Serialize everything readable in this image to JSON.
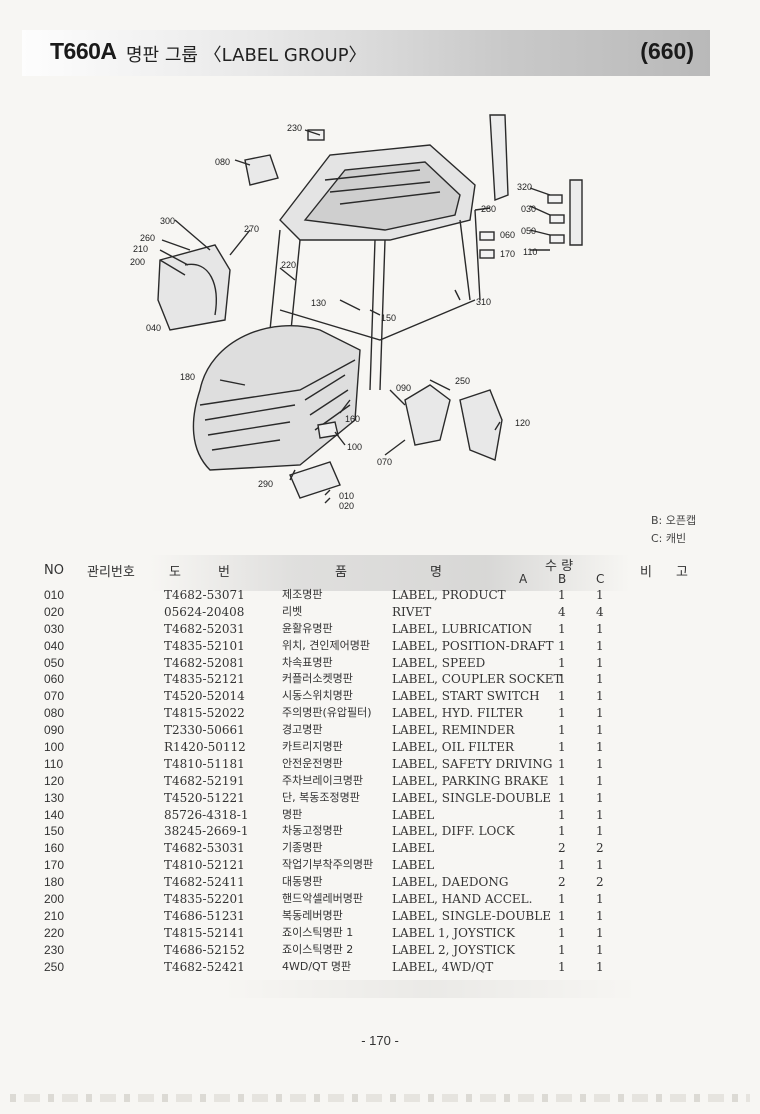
{
  "header": {
    "model_code": "T660A",
    "group_title": "명판 그룹 〈LABEL GROUP〉",
    "group_number": "(660)"
  },
  "diagram": {
    "callouts": [
      "230",
      "080",
      "300",
      "270",
      "260",
      "210",
      "200",
      "040",
      "320",
      "030",
      "050",
      "110",
      "280",
      "060",
      "170",
      "220",
      "130",
      "150",
      "310",
      "180",
      "090",
      "250",
      "120",
      "160",
      "100",
      "070",
      "290",
      "010",
      "020"
    ]
  },
  "legend": {
    "b_note": "B: 오픈캡",
    "c_note": "C: 캐빈"
  },
  "table": {
    "headers": {
      "no": "NO",
      "mgmt_no": "관리번호",
      "part_no_1": "도",
      "part_no_2": "번",
      "name_1": "품",
      "name_2": "명",
      "qty": "수 량",
      "col_a": "A",
      "col_b": "B",
      "col_c": "C",
      "remarks_1": "비",
      "remarks_2": "고"
    },
    "rows": [
      {
        "no": "010",
        "part": "T4682-53071",
        "kor": "제조명판",
        "eng": "LABEL, PRODUCT",
        "b": "1",
        "c": "1"
      },
      {
        "no": "020",
        "part": "05624-20408",
        "kor": "리벳",
        "eng": "RIVET",
        "b": "4",
        "c": "4"
      },
      {
        "no": "030",
        "part": "T4682-52031",
        "kor": "윤활유명판",
        "eng": "LABEL, LUBRICATION",
        "b": "1",
        "c": "1"
      },
      {
        "no": "040",
        "part": "T4835-52101",
        "kor": "위치, 견인제어명판",
        "eng": "LABEL, POSITION-DRAFT",
        "b": "1",
        "c": "1"
      },
      {
        "no": "050",
        "part": "T4682-52081",
        "kor": "차속표명판",
        "eng": "LABEL, SPEED",
        "b": "1",
        "c": "1"
      },
      {
        "no": "060",
        "part": "T4835-52121",
        "kor": "커플러소켓명판",
        "eng": "LABEL, COUPLER SOCKET",
        "b": "1",
        "c": "1"
      },
      {
        "no": "070",
        "part": "T4520-52014",
        "kor": "시동스위치명판",
        "eng": "LABEL, START SWITCH",
        "b": "1",
        "c": "1"
      },
      {
        "no": "080",
        "part": "T4815-52022",
        "kor": "주의명판(유압필터)",
        "eng": "LABEL, HYD. FILTER",
        "b": "1",
        "c": "1"
      },
      {
        "no": "090",
        "part": "T2330-50661",
        "kor": "경고명판",
        "eng": "LABEL, REMINDER",
        "b": "1",
        "c": "1"
      },
      {
        "no": "100",
        "part": "R1420-50112",
        "kor": "카트리지명판",
        "eng": "LABEL, OIL FILTER",
        "b": "1",
        "c": "1"
      },
      {
        "no": "110",
        "part": "T4810-51181",
        "kor": "안전운전명판",
        "eng": "LABEL, SAFETY DRIVING",
        "b": "1",
        "c": "1"
      },
      {
        "no": "120",
        "part": "T4682-52191",
        "kor": "주차브레이크명판",
        "eng": "LABEL, PARKING BRAKE",
        "b": "1",
        "c": "1"
      },
      {
        "no": "130",
        "part": "T4520-51221",
        "kor": "단, 복동조정명판",
        "eng": "LABEL, SINGLE-DOUBLE",
        "b": "1",
        "c": "1"
      },
      {
        "no": "140",
        "part": "85726-4318-1",
        "kor": "명판",
        "eng": "LABEL",
        "b": "1",
        "c": "1"
      },
      {
        "no": "150",
        "part": "38245-2669-1",
        "kor": "차동고정명판",
        "eng": "LABEL, DIFF. LOCK",
        "b": "1",
        "c": "1"
      },
      {
        "no": "160",
        "part": "T4682-53031",
        "kor": "기종명판",
        "eng": "LABEL",
        "b": "2",
        "c": "2"
      },
      {
        "no": "170",
        "part": "T4810-52121",
        "kor": "작업기부착주의명판",
        "eng": "LABEL",
        "b": "1",
        "c": "1"
      },
      {
        "no": "180",
        "part": "T4682-52411",
        "kor": "대동명판",
        "eng": "LABEL, DAEDONG",
        "b": "2",
        "c": "2"
      },
      {
        "no": "200",
        "part": "T4835-52201",
        "kor": "핸드악셀레버명판",
        "eng": "LABEL, HAND ACCEL.",
        "b": "1",
        "c": "1"
      },
      {
        "no": "210",
        "part": "T4686-51231",
        "kor": "복동레버명판",
        "eng": "LABEL, SINGLE-DOUBLE",
        "b": "1",
        "c": "1"
      },
      {
        "no": "220",
        "part": "T4815-52141",
        "kor": "죠이스틱명판 1",
        "eng": "LABEL 1, JOYSTICK",
        "b": "1",
        "c": "1"
      },
      {
        "no": "230",
        "part": "T4686-52152",
        "kor": "죠이스틱명판 2",
        "eng": "LABEL 2, JOYSTICK",
        "b": "1",
        "c": "1"
      },
      {
        "no": "250",
        "part": "T4682-52421",
        "kor": "4WD/QT 명판",
        "eng": "LABEL, 4WD/QT",
        "b": "1",
        "c": "1"
      }
    ]
  },
  "footer": {
    "page_number": "- 170 -"
  }
}
